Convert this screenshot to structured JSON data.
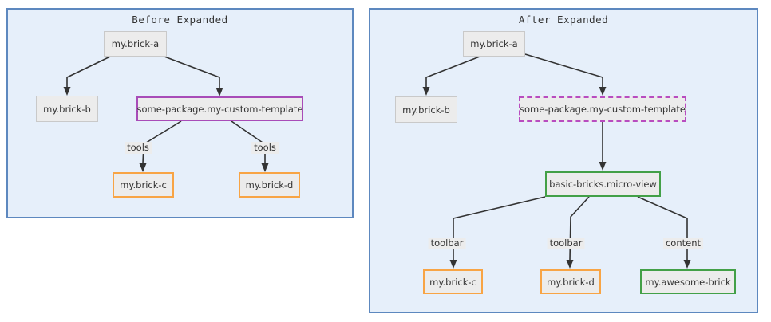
{
  "colors": {
    "panel_fill": "#e6effa",
    "panel_border": "#5d88bf",
    "node_fill": "#ececec",
    "node_border_gray": "#c9c9c9",
    "node_border_purple": "#a84cb8",
    "node_border_orange": "#f8a444",
    "node_border_green": "#43a047",
    "edge_stroke": "#333333",
    "text": "#333333",
    "edge_label_bg": "#ececec"
  },
  "before": {
    "title": "Before Expanded",
    "nodes": {
      "brick_a": "my.brick-a",
      "brick_b": "my.brick-b",
      "template": "some-package.my-custom-template",
      "brick_c": "my.brick-c",
      "brick_d": "my.brick-d"
    },
    "edge_labels": {
      "tools_left": "tools",
      "tools_right": "tools"
    }
  },
  "after": {
    "title": "After Expanded",
    "nodes": {
      "brick_a": "my.brick-a",
      "brick_b": "my.brick-b",
      "template": "some-package.my-custom-template",
      "micro_view": "basic-bricks.micro-view",
      "brick_c": "my.brick-c",
      "brick_d": "my.brick-d",
      "awesome_brick": "my.awesome-brick"
    },
    "edge_labels": {
      "toolbar_left": "toolbar",
      "toolbar_mid": "toolbar",
      "content": "content"
    }
  }
}
